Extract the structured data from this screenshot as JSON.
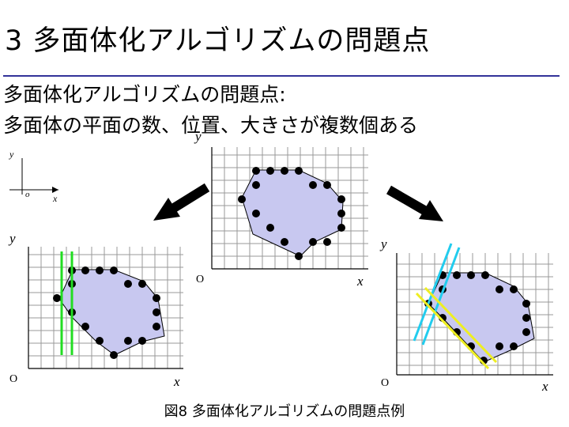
{
  "slide": {
    "title": "3 多面体化アルゴリズムの問題点",
    "line1": "多面体化アルゴリズムの問題点:",
    "line2": "多面体の平面の数、位置、大きさが複数個ある",
    "caption": "図8 多面体化アルゴリズムの問題点例"
  },
  "labels": {
    "x": "x",
    "y": "y",
    "origin_small": "o",
    "origin": "O"
  },
  "colors": {
    "title_rule": "#333399",
    "polygon_fill": "#c8c8f0",
    "grid": "#999999",
    "point": "#000000",
    "line_green": "#22dd22",
    "line_cyan": "#22ccee",
    "line_yellow": "#eeee22"
  }
}
